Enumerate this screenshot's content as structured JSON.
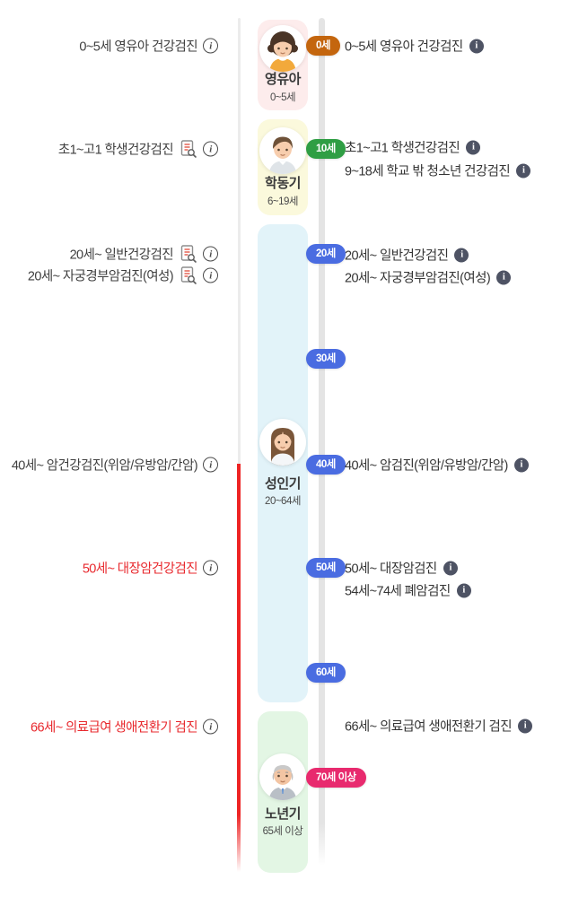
{
  "stages": [
    {
      "name": "영유아",
      "range": "0~5세",
      "card_color": "#fdecec"
    },
    {
      "name": "학동기",
      "range": "6~19세",
      "card_color": "#fbf9dc"
    },
    {
      "name": "성인기",
      "range": "20~64세",
      "card_color": "#e2f3f9"
    },
    {
      "name": "노년기",
      "range": "65세 이상",
      "card_color": "#e3f6e4"
    }
  ],
  "age_badges": [
    {
      "label": "0세",
      "color": "#c4660e"
    },
    {
      "label": "10세",
      "color": "#2f9e44"
    },
    {
      "label": "20세",
      "color": "#4a6ce1"
    },
    {
      "label": "30세",
      "color": "#4a6ce1"
    },
    {
      "label": "40세",
      "color": "#4a6ce1"
    },
    {
      "label": "50세",
      "color": "#4a6ce1"
    },
    {
      "label": "60세",
      "color": "#4a6ce1"
    },
    {
      "label": "70세 이상",
      "color": "#e82a6e"
    }
  ],
  "left_items": [
    {
      "text": "0~5세 영유아 건강검진"
    },
    {
      "text": "초1~고1 학생건강검진"
    },
    {
      "text": "20세~ 일반건강검진"
    },
    {
      "text": "20세~ 자궁경부암검진(여성)"
    },
    {
      "text": "40세~ 암건강검진(위암/유방암/간암)"
    },
    {
      "text": "50세~ 대장암건강검진"
    },
    {
      "text": "66세~ 의료급여 생애전환기 검진"
    }
  ],
  "right_items": [
    {
      "text": "0~5세 영유아 건강검진"
    },
    {
      "text": "초1~고1 학생건강검진"
    },
    {
      "text": "9~18세 학교 밖 청소년 건강검진"
    },
    {
      "text": "20세~ 일반건강검진"
    },
    {
      "text": "20세~ 자궁경부암검진(여성)"
    },
    {
      "text": "40세~ 암검진(위암/유방암/간암)"
    },
    {
      "text": "50세~ 대장암검진"
    },
    {
      "text": "54세~74세 폐암검진"
    },
    {
      "text": "66세~ 의료급여 생애전환기 검진"
    }
  ],
  "icons": {
    "info_outline": "i",
    "info_filled": "i"
  },
  "colors": {
    "accent_red": "#ee2424",
    "timeline_gray": "#e4e4e4",
    "left_line_gray": "#ececec",
    "info_filled_bg": "#4e5364"
  }
}
